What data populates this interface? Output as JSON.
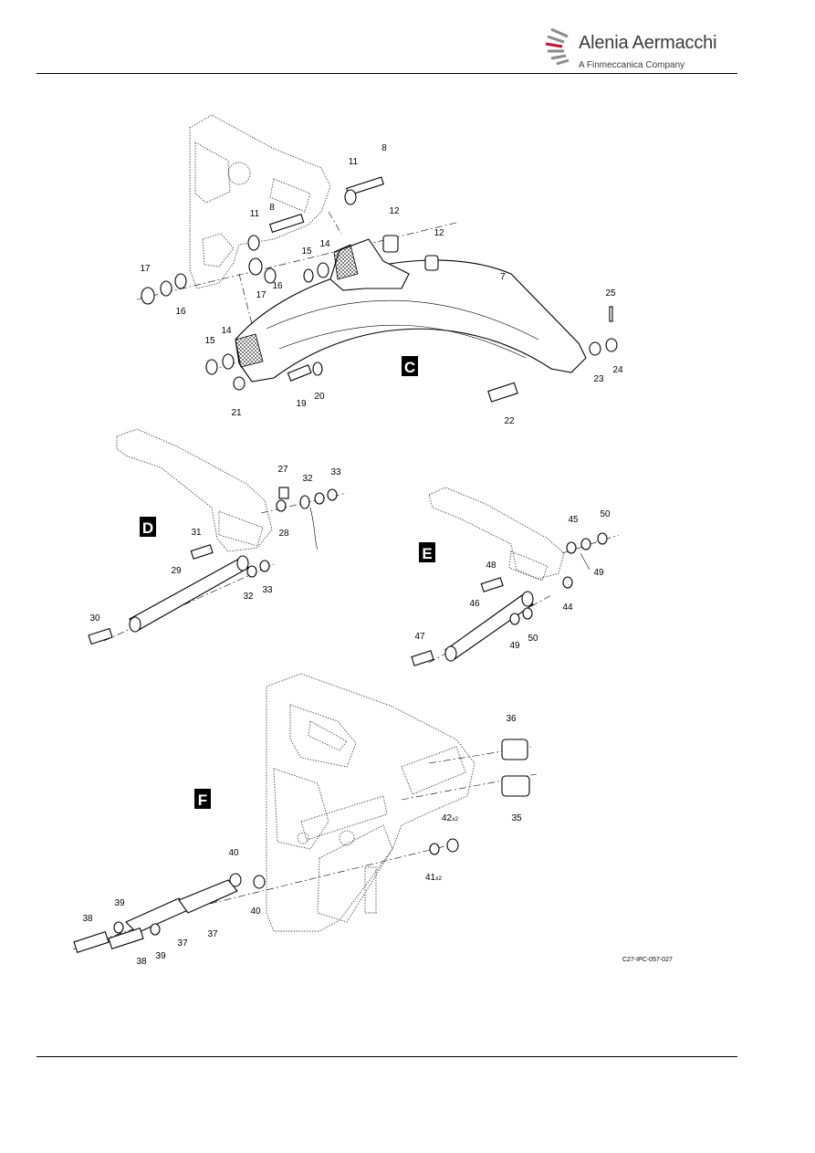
{
  "header": {
    "logo_name": "Alenia Aermacchi",
    "logo_subtitle": "A Finmeccanica Company"
  },
  "views": {
    "c": "C",
    "d": "D",
    "e": "E",
    "f": "F"
  },
  "callouts": {
    "c": [
      "8",
      "11",
      "8",
      "11",
      "12",
      "12",
      "15",
      "14",
      "7",
      "17",
      "16",
      "17",
      "16",
      "25",
      "14",
      "15",
      "23",
      "24",
      "21",
      "19",
      "20",
      "22"
    ],
    "d": [
      "27",
      "32",
      "33",
      "31",
      "28",
      "29",
      "32",
      "33",
      "30"
    ],
    "e": [
      "45",
      "50",
      "48",
      "49",
      "44",
      "46",
      "49",
      "50",
      "47"
    ],
    "f": [
      "36",
      "35",
      "42",
      "41",
      "40",
      "40",
      "39",
      "38",
      "37",
      "37",
      "38",
      "39"
    ]
  },
  "quantity_suffix": "x2",
  "figure_reference": "C27-IPC-057-027",
  "colors": {
    "logo_accent": "#c8102e",
    "logo_gray": "#8a8a8a",
    "view_box": "#000000"
  }
}
